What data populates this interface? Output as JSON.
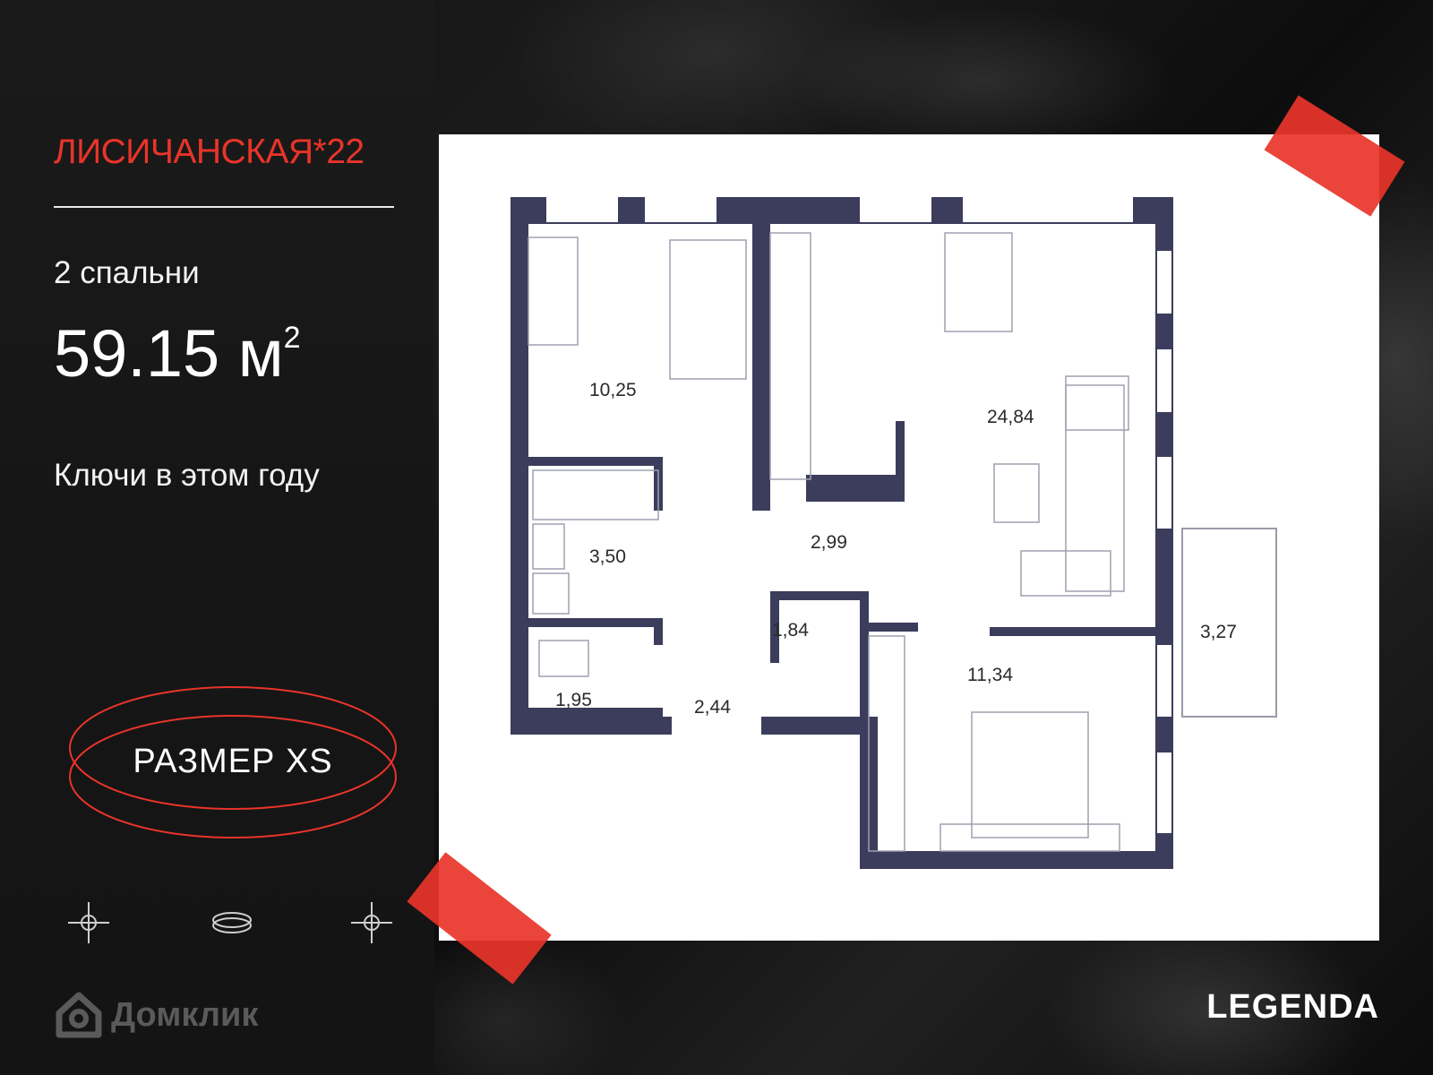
{
  "project": {
    "title": "ЛИСИЧАНСКАЯ*22",
    "bedrooms": "2 спальни",
    "area_value": "59.15 м",
    "area_unit_sup": "2",
    "keys_text": "Ключи в этом году",
    "size_label": "РАЗМЕР XS",
    "developer": "LEGENDA",
    "platform": "Домклик"
  },
  "rooms": {
    "bedroom_small": "10,25",
    "living_kitchen": "24,84",
    "bathroom": "3,50",
    "hall": "2,99",
    "closet": "1,84",
    "toilet": "1,95",
    "entry": "2,44",
    "bedroom_master": "11,34",
    "balcony": "3,27"
  },
  "colors": {
    "accent": "#e8342a",
    "wall": "#3c3c5c",
    "panel": "#1a1a1a"
  },
  "icons": [
    "crosshair-icon",
    "ring-icon",
    "crosshair-icon",
    "domclick-house-icon"
  ]
}
